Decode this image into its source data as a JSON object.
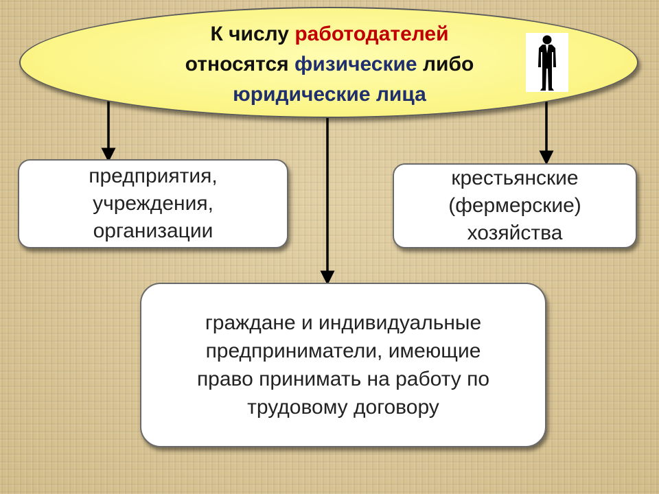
{
  "header": {
    "line1_prefix": "К числу ",
    "line1_highlight": "работодателей",
    "line2_prefix": "относятся ",
    "line2_highlight": "физические",
    "line2_suffix": " либо",
    "line3": "юридические лица"
  },
  "boxes": {
    "left": [
      "предприятия,",
      "учреждения,",
      "организации"
    ],
    "right": [
      "крестьянские",
      "(фермерские)",
      "хозяйства"
    ],
    "center": [
      "граждане и индивидуальные",
      "предприниматели, имеющие",
      "право принимать на работу по",
      "трудовому договору"
    ]
  },
  "icons": {
    "person": "businessman-silhouette-icon"
  },
  "colors": {
    "highlight_red": "#c00000",
    "highlight_navy": "#1f2f6e",
    "ellipse_fill": "#fbf484"
  }
}
